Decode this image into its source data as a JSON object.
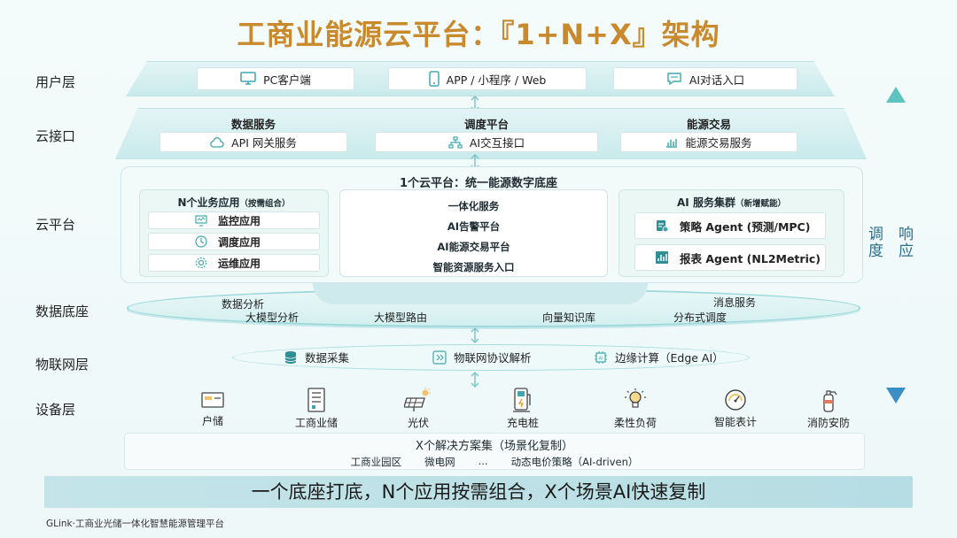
{
  "title": "工商业能源云平台：『1+N+X』架构",
  "layers": {
    "user": "用户层",
    "cloud_if": "云接口",
    "cloud_platform": "云平台",
    "data_base": "数据底座",
    "iot": "物联网层",
    "device": "设备层"
  },
  "user_layer": {
    "pc": "PC客户端",
    "app": "APP / 小程序 / Web",
    "ai": "AI对话入口"
  },
  "cloud_interface": {
    "cols": [
      {
        "header": "数据服务",
        "item": "API 网关服务",
        "icon": "cloud-icon"
      },
      {
        "header": "调度平台",
        "item": "AI交互接口",
        "icon": "network-icon"
      },
      {
        "header": "能源交易",
        "item": "能源交易服务",
        "icon": "bar-chart-icon"
      }
    ]
  },
  "cloud_platform": {
    "heading": "1个云平台：统一能源数字底座",
    "n_apps": {
      "title": "N个业务应用",
      "note": "（按需组合）",
      "items": [
        {
          "label": "监控应用",
          "icon": "monitor-chart-icon"
        },
        {
          "label": "调度应用",
          "icon": "clock-icon"
        },
        {
          "label": "运维应用",
          "icon": "gear-icon"
        }
      ]
    },
    "center": [
      "一体化服务",
      "AI告警平台",
      "AI能源交易平台",
      "智能资源服务入口"
    ],
    "ai_cluster": {
      "title": "AI 服务集群",
      "note": "（新增赋能）",
      "items": [
        {
          "label": "策略 Agent (预测/MPC)",
          "icon": "strategy-icon"
        },
        {
          "label": "报表 Agent (NL2Metric)",
          "icon": "report-icon"
        }
      ]
    }
  },
  "data_base": {
    "items": [
      "数据分析",
      "大模型分析",
      "大模型路由",
      "向量知识库",
      "分布式调度",
      "消息服务"
    ]
  },
  "iot": {
    "items": [
      {
        "label": "数据采集",
        "icon": "database-icon"
      },
      {
        "label": "物联网协议解析",
        "icon": "protocol-icon"
      },
      {
        "label": "边缘计算（Edge AI）",
        "icon": "ai-chip-icon"
      }
    ]
  },
  "devices": [
    {
      "label": "户储",
      "icon": "home-storage-icon"
    },
    {
      "label": "工商业储",
      "icon": "cabinet-icon"
    },
    {
      "label": "光伏",
      "icon": "solar-panel-icon"
    },
    {
      "label": "充电桩",
      "icon": "charger-icon"
    },
    {
      "label": "柔性负荷",
      "icon": "bulb-icon"
    },
    {
      "label": "智能表计",
      "icon": "meter-icon"
    },
    {
      "label": "消防安防",
      "icon": "extinguisher-icon"
    }
  ],
  "x_solutions": {
    "title": "X个解决方案集（场景化复制）",
    "items": [
      "工商业园区",
      "微电网",
      "...",
      "动态电价策略（AI-driven）"
    ]
  },
  "side": {
    "left": "调度",
    "right": "响应"
  },
  "banner": "一个底座打底，N个应用按需组合，X个场景AI快速复制",
  "footer": "GLink·工商业光储一体化智慧能源管理平台",
  "colors": {
    "title": "#c98a2e",
    "accent": "#3fa8ad",
    "banner": "#bfe1e6"
  }
}
